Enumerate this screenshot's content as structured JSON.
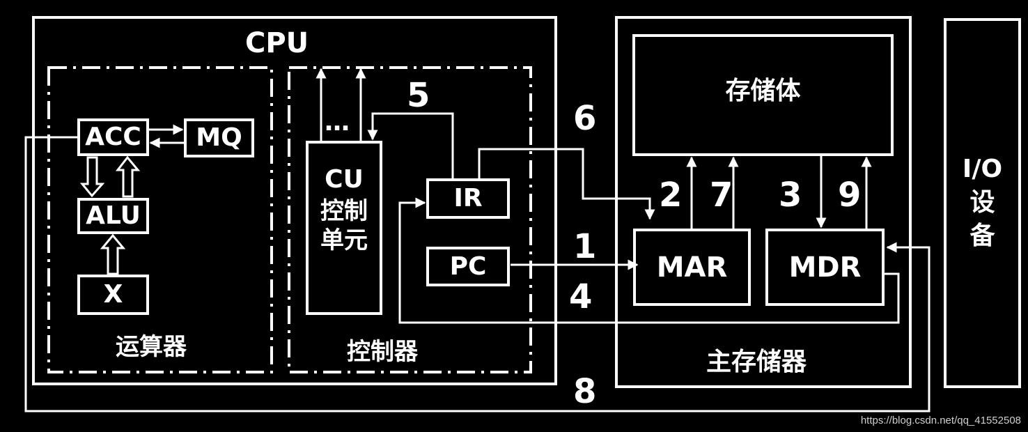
{
  "cpu": {
    "title": "CPU"
  },
  "alu_unit": {
    "title": "运算器",
    "acc": "ACC",
    "mq": "MQ",
    "alu": "ALU",
    "x": "X"
  },
  "control_unit": {
    "title": "控制器",
    "cu_lines": [
      "CU",
      "控制",
      "单元"
    ],
    "ellipsis": "…",
    "ir": "IR",
    "pc": "PC"
  },
  "main_memory": {
    "title": "主存储器",
    "storage": "存储体",
    "mar": "MAR",
    "mdr": "MDR"
  },
  "io": {
    "lines": [
      "I/O",
      "设",
      "备"
    ]
  },
  "steps": [
    "1",
    "2",
    "3",
    "4",
    "5",
    "6",
    "7",
    "8",
    "9"
  ],
  "watermark": "https://blog.csdn.net/qq_41552508",
  "colors": {
    "background": "#000000",
    "foreground": "#ffffff"
  }
}
